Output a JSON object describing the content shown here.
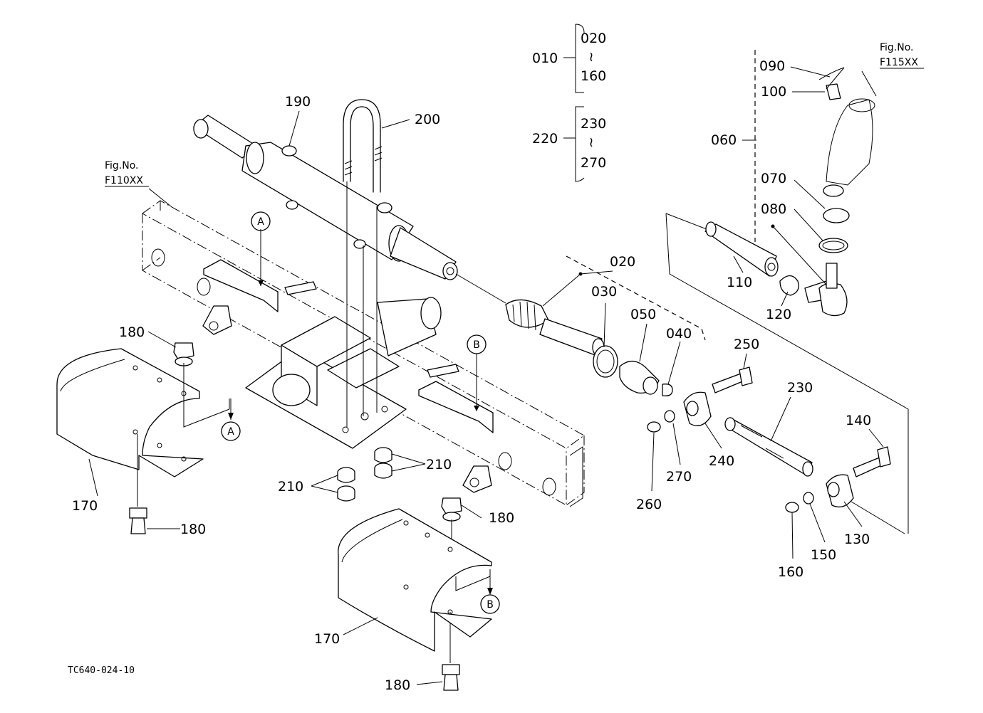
{
  "figure_code": "TC640-024-10",
  "tilde": "≀",
  "fig_ref_left": {
    "caption": "Fig.No.",
    "number": "F110XX"
  },
  "fig_ref_right": {
    "caption": "Fig.No.",
    "number": "F115XX"
  },
  "section_markers": {
    "a": "A",
    "b": "B"
  },
  "assembly_groups": {
    "g010": {
      "id": "010",
      "from": "020",
      "to": "160"
    },
    "g220": {
      "id": "220",
      "from": "230",
      "to": "270"
    }
  },
  "parts": {
    "p020": "020",
    "p030": "030",
    "p040": "040",
    "p050": "050",
    "p060": "060",
    "p070": "070",
    "p080": "080",
    "p090": "090",
    "p100": "100",
    "p110": "110",
    "p120": "120",
    "p130": "130",
    "p140": "140",
    "p150": "150",
    "p160": "160",
    "p170": "170",
    "p180": "180",
    "p190": "190",
    "p200": "200",
    "p210": "210",
    "p230": "230",
    "p240": "240",
    "p250": "250",
    "p260": "260",
    "p270": "270"
  }
}
